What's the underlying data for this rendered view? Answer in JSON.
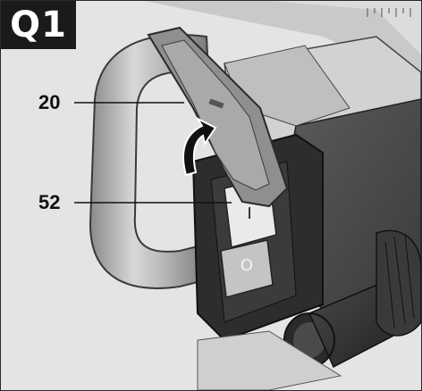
{
  "figure": {
    "badge_label": "Q1",
    "callouts": [
      {
        "number": "20"
      },
      {
        "number": "52"
      }
    ],
    "switch_labels": {
      "on": "I",
      "off": "O"
    }
  }
}
